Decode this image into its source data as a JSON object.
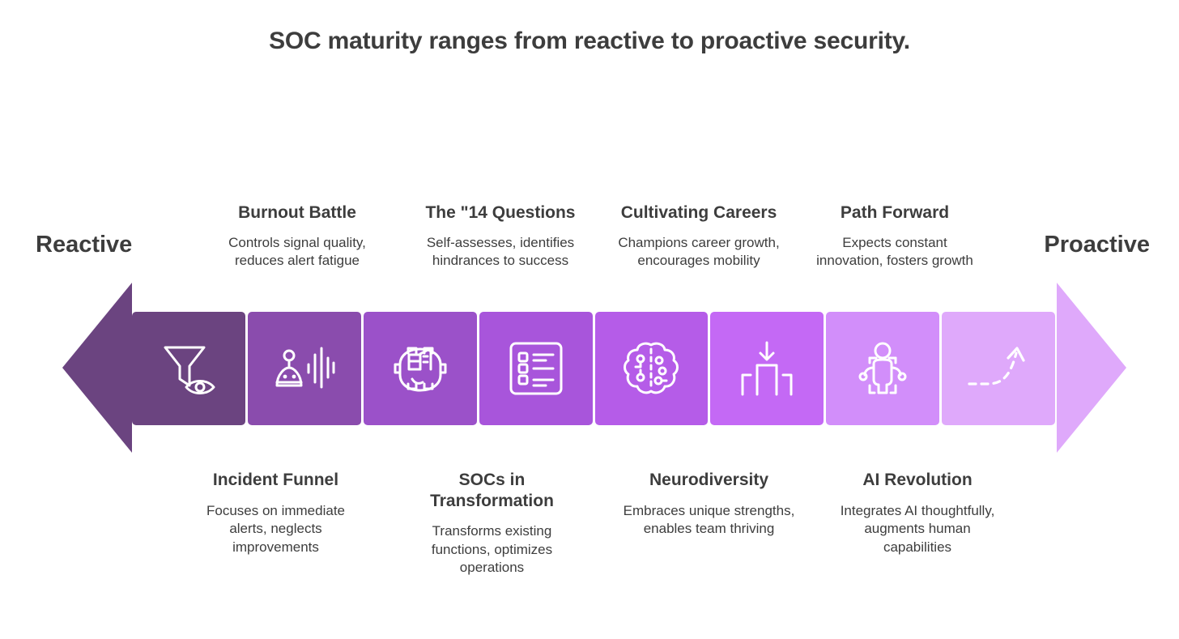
{
  "title": "SOC maturity ranges from reactive to proactive security.",
  "axis": {
    "left_label": "Reactive",
    "right_label": "Proactive"
  },
  "colors": {
    "text": "#3d3d3d",
    "background": "#ffffff",
    "arrow_left": "#6b4480",
    "arrow_right": "#dfa9fb",
    "blocks": [
      "#6b4480",
      "#8a4cad",
      "#9b51c9",
      "#a855db",
      "#b55ce8",
      "#c469f5",
      "#d28efa",
      "#dfa9fb"
    ]
  },
  "blocks": [
    {
      "index": 1,
      "icon": "funnel-eye-icon",
      "color": "#6b4480"
    },
    {
      "index": 2,
      "icon": "robot-soundwave-icon",
      "color": "#8a4cad"
    },
    {
      "index": 3,
      "icon": "gear-buildings-icon",
      "color": "#9b51c9"
    },
    {
      "index": 4,
      "icon": "checklist-icon",
      "color": "#a855db"
    },
    {
      "index": 5,
      "icon": "brain-icon",
      "color": "#b55ce8"
    },
    {
      "index": 6,
      "icon": "podium-arrow-icon",
      "color": "#c469f5"
    },
    {
      "index": 7,
      "icon": "person-ai-icon",
      "color": "#d28efa"
    },
    {
      "index": 8,
      "icon": "dashed-rising-arrow-icon",
      "color": "#dfa9fb"
    }
  ],
  "captions_top": [
    {
      "title": "Burnout Battle",
      "desc": "Controls signal quality, reduces alert fatigue"
    },
    {
      "title": "The \"14 Questions",
      "desc": "Self-assesses, identifies hindrances to success"
    },
    {
      "title": "Cultivating Careers",
      "desc": "Champions career growth, encourages mobility"
    },
    {
      "title": "Path Forward",
      "desc": "Expects constant innovation, fosters growth"
    }
  ],
  "captions_bottom": [
    {
      "title": "Incident Funnel",
      "desc": "Focuses on immediate alerts, neglects improvements"
    },
    {
      "title": "SOCs in Transformation",
      "desc": "Transforms existing functions, optimizes operations"
    },
    {
      "title": "Neurodiversity",
      "desc": "Embraces unique strengths, enables team thriving"
    },
    {
      "title": "AI Revolution",
      "desc": "Integrates AI thoughtfully, augments human capabilities"
    }
  ]
}
